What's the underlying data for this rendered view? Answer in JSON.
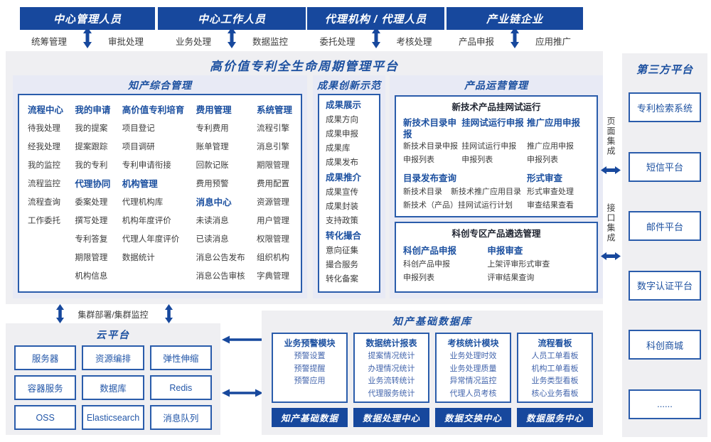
{
  "roles": [
    {
      "title": "中心管理人员",
      "left_label": "统筹管理",
      "right_label": "审批处理"
    },
    {
      "title": "中心工作人员",
      "left_label": "业务处理",
      "right_label": "数据监控"
    },
    {
      "title": "代理机构 / 代理人员",
      "left_label": "委托处理",
      "right_label": "考核处理"
    },
    {
      "title": "产业链企业",
      "left_label": "产品申报",
      "right_label": "应用推广"
    }
  ],
  "platform": {
    "title": "高价值专利全生命周期管理平台"
  },
  "ipm": {
    "title": "知产综合管理",
    "columns": [
      {
        "groups": [
          {
            "header": "流程中心",
            "items": [
              "待我处理",
              "经我处理",
              "我的监控",
              "流程监控",
              "流程查询",
              "工作委托"
            ]
          }
        ]
      },
      {
        "groups": [
          {
            "header": "我的申请",
            "items": [
              "我的提案",
              "提案跟踪",
              "我的专利"
            ]
          },
          {
            "header": "代理协同",
            "items": [
              "委案处理",
              "撰写处理",
              "专利答复",
              "期限管理",
              "机构信息"
            ]
          }
        ]
      },
      {
        "groups": [
          {
            "header": "高价值专利培育",
            "items": [
              "项目登记",
              "项目调研",
              "专利申请衔接"
            ]
          },
          {
            "header": "机构管理",
            "items": [
              "代理机构库",
              "机构年度评价",
              "代理人年度评价",
              "数据统计"
            ]
          }
        ]
      },
      {
        "groups": [
          {
            "header": "费用管理",
            "items": [
              "专利费用",
              "账单管理",
              "回款记账",
              "费用预警"
            ]
          },
          {
            "header": "消息中心",
            "items": [
              "未读消息",
              "已读消息",
              "消息公告发布",
              "消息公告审核"
            ]
          }
        ]
      },
      {
        "groups": [
          {
            "header": "系统管理",
            "items": [
              "流程引擎",
              "消息引擎",
              "期限管理",
              "费用配置",
              "资源管理",
              "用户管理",
              "权限管理",
              "组织机构",
              "字典管理"
            ]
          }
        ]
      }
    ]
  },
  "achievement": {
    "title": "成果创新示范",
    "groups": [
      {
        "header": "成果展示",
        "items": [
          "成果方向",
          "成果申报",
          "成果库",
          "成果发布"
        ]
      },
      {
        "header": "成果推介",
        "items": [
          "成果宣传",
          "成果封装",
          "支持政策"
        ]
      },
      {
        "header": "转化撮合",
        "items": [
          "意向征集",
          "撮合服务",
          "转化备案"
        ]
      }
    ]
  },
  "product": {
    "title": "产品运营管理",
    "subboxes": [
      {
        "title": "新技术产品挂网试运行",
        "groups": [
          {
            "header": "新技术目录申报",
            "items": [
              "新技术目录申报",
              "申报列表"
            ]
          },
          {
            "header": "挂网试运行申报",
            "items": [
              "挂网试运行申报",
              "申报列表"
            ]
          },
          {
            "header": "推广应用申报",
            "items": [
              "推广应用申报",
              "申报列表"
            ]
          },
          {
            "header": "目录发布查询",
            "items": [
              "新技术目录",
              "新技术推广应用目录",
              "新技术（产品）挂网试运行计划"
            ]
          },
          {
            "header": "形式审查",
            "items": [
              "形式审查处理",
              "审查结果查看"
            ]
          }
        ]
      },
      {
        "title": "科创专区产品遴选管理",
        "groups": [
          {
            "header": "科创产品申报",
            "items": [
              "科创产品申报",
              "申报列表"
            ]
          },
          {
            "header": "申报审查",
            "items": [
              "上架评审形式审查",
              "评审结果查询"
            ]
          }
        ]
      }
    ]
  },
  "integration": {
    "page_label": "页面集成",
    "api_label": "接口集成"
  },
  "third_party": {
    "title": "第三方平台",
    "items": [
      "专利检索系统",
      "短信平台",
      "邮件平台",
      "数字认证平台",
      "科创商城",
      "......"
    ]
  },
  "cluster_label": "集群部署/集群监控",
  "cloud": {
    "title": "云平台",
    "items": [
      "服务器",
      "资源编排",
      "弹性伸缩",
      "容器服务",
      "数据库",
      "Redis",
      "OSS",
      "Elasticsearch",
      "消息队列"
    ]
  },
  "database": {
    "title": "知产基础数据库",
    "modules": [
      {
        "header": "业务预警模块",
        "items": [
          "预警设置",
          "预警提醒",
          "预警应用"
        ]
      },
      {
        "header": "数据统计报表",
        "items": [
          "提案情况统计",
          "办理情况统计",
          "业务流转统计",
          "代理服务统计"
        ]
      },
      {
        "header": "考核统计模块",
        "items": [
          "业务处理时效",
          "业务处理质量",
          "异常情况监控",
          "代理人员考核"
        ]
      },
      {
        "header": "流程看板",
        "items": [
          "人员工单看板",
          "机构工单看板",
          "业务类型看板",
          "核心业务看板"
        ]
      }
    ],
    "buttons": [
      "知产基础数据",
      "数据处理中心",
      "数据交换中心",
      "数据服务中心"
    ]
  },
  "colors": {
    "primary_blue": "#17489d",
    "header_text_blue": "#1c50a0",
    "section_bg": "#e8eaf5",
    "panel_bg": "#efeff2",
    "border_blue": "#2a5cab"
  }
}
